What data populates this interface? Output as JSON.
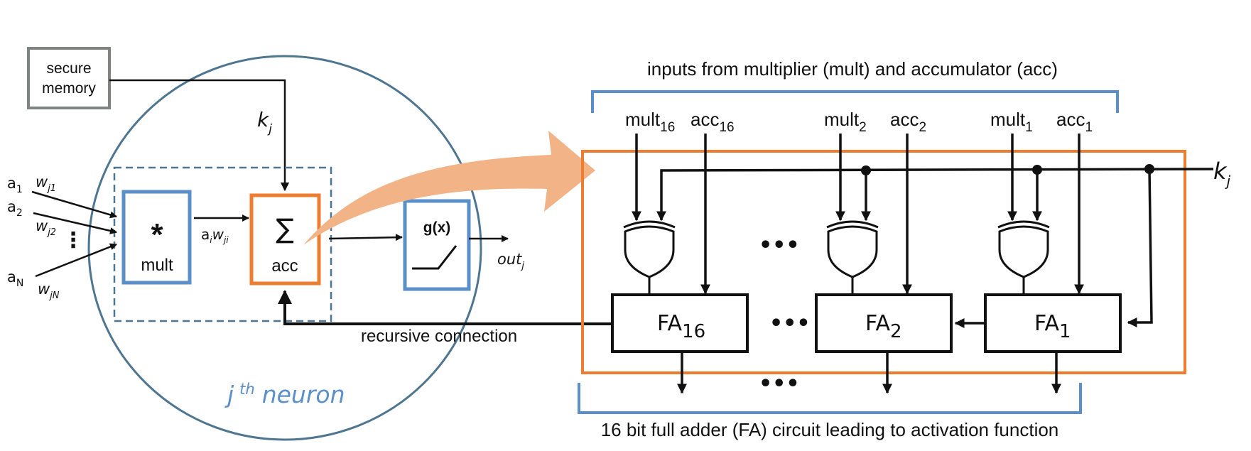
{
  "colors": {
    "neuron_circle": "#4f7691",
    "dashed_box": "#4f7691",
    "blue_box": "#5b8fc9",
    "orange_box": "#ed7d31",
    "big_arrow": "#f2b386",
    "memory_box": "#7f8480",
    "wire": "#111111",
    "neuron_label": "#5b8fc9"
  },
  "left": {
    "memory": {
      "line1": "secure",
      "line2": "memory"
    },
    "key": {
      "base": "k",
      "sub": "j"
    },
    "inputs": [
      {
        "a_base": "a",
        "a_sub": "1",
        "w_base": "w",
        "w_sub": "j1"
      },
      {
        "a_base": "a",
        "a_sub": "2",
        "w_base": "w",
        "w_sub": "j2"
      },
      {
        "a_base": "a",
        "a_sub": "N",
        "w_base": "w",
        "w_sub": "jN"
      }
    ],
    "input_ellipsis": "⋮",
    "mult": {
      "symbol": "*",
      "label": "mult"
    },
    "product": {
      "a": "a",
      "a_sub": "i",
      "w": "w",
      "w_sub": "ji"
    },
    "acc": {
      "symbol": "∑",
      "label": "acc"
    },
    "activation": {
      "label": "g(x)"
    },
    "output": {
      "base": "out",
      "sub": "j"
    },
    "recursive_label": "recursive connection",
    "neuron_label": {
      "j": "j",
      "sup": "th",
      "word": "neuron"
    }
  },
  "right": {
    "top_caption": "inputs from multiplier (mult) and accumulator (acc)",
    "bottom_caption": "16 bit full adder (FA) circuit leading to activation function",
    "key": {
      "base": "k",
      "sub": "j"
    },
    "input_labels": [
      {
        "base": "mult",
        "sub": "16"
      },
      {
        "base": "acc",
        "sub": "16"
      },
      {
        "base": "mult",
        "sub": "2"
      },
      {
        "base": "acc",
        "sub": "2"
      },
      {
        "base": "mult",
        "sub": "1"
      },
      {
        "base": "acc",
        "sub": "1"
      }
    ],
    "adders": [
      {
        "base": "FA",
        "sub": "16"
      },
      {
        "base": "FA",
        "sub": "2"
      },
      {
        "base": "FA",
        "sub": "1"
      }
    ],
    "ellipsis": "•••"
  }
}
